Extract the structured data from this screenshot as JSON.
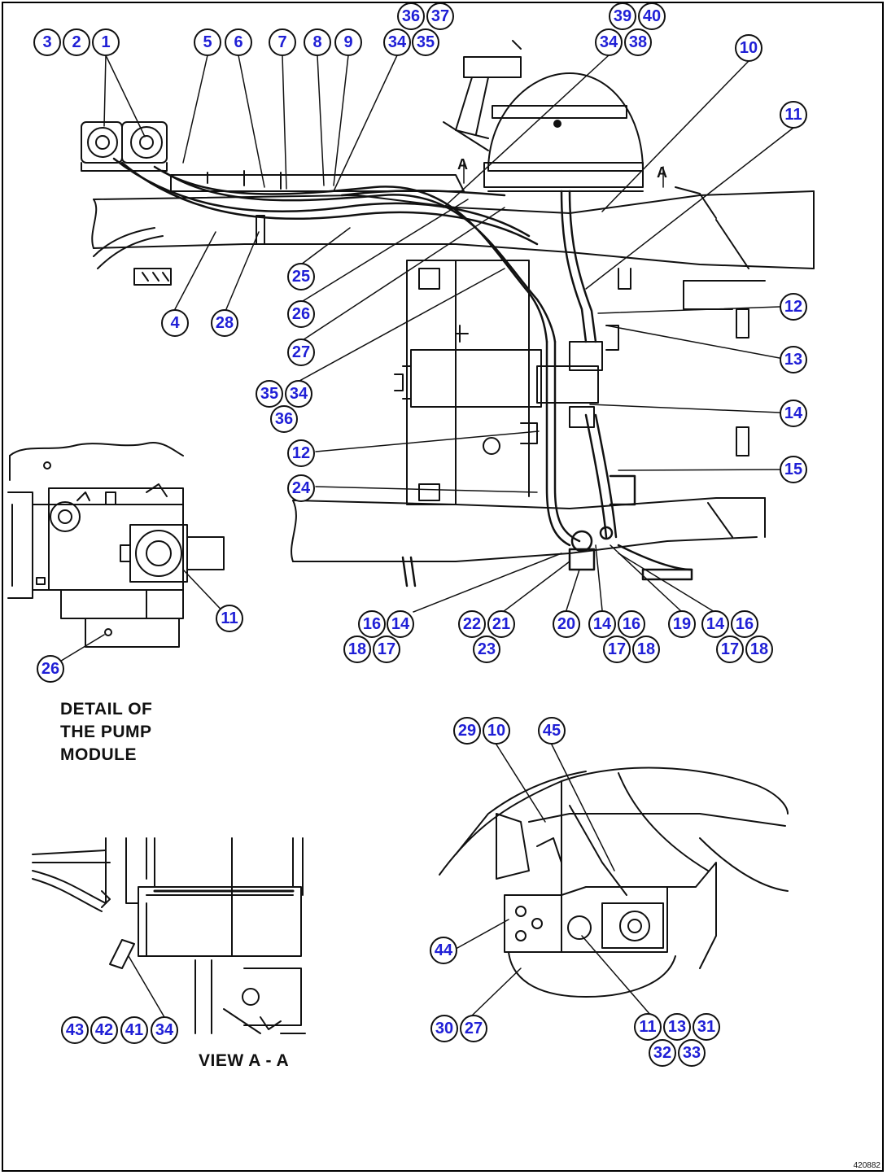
{
  "captions": {
    "detail_title": "DETAIL OF THE PUMP MODULE",
    "view_title": "VIEW A - A",
    "drawing_id": "420882",
    "section_marker": "A"
  },
  "callouts": {
    "c1": "1",
    "c2": "2",
    "c3": "3",
    "c4": "4",
    "c5": "5",
    "c6": "6",
    "c7": "7",
    "c8": "8",
    "c9": "9",
    "c10": "10",
    "c11": "11",
    "c12": "12",
    "c13": "13",
    "c14": "14",
    "c15": "15",
    "c16": "16",
    "c17": "17",
    "c18": "18",
    "c19": "19",
    "c20": "20",
    "c21": "21",
    "c22": "22",
    "c23": "23",
    "c24": "24",
    "c25": "25",
    "c26": "26",
    "c27": "27",
    "c28": "28",
    "c29": "29",
    "c30": "30",
    "c31": "31",
    "c32": "32",
    "c33": "33",
    "c34": "34",
    "c35": "35",
    "c36": "36",
    "c37": "37",
    "c38": "38",
    "c39": "39",
    "c40": "40",
    "c41": "41",
    "c42": "42",
    "c43": "43",
    "c44": "44",
    "c45": "45"
  },
  "colors": {
    "callout_text": "#1f1fd6",
    "line": "#111111",
    "background": "#ffffff"
  }
}
